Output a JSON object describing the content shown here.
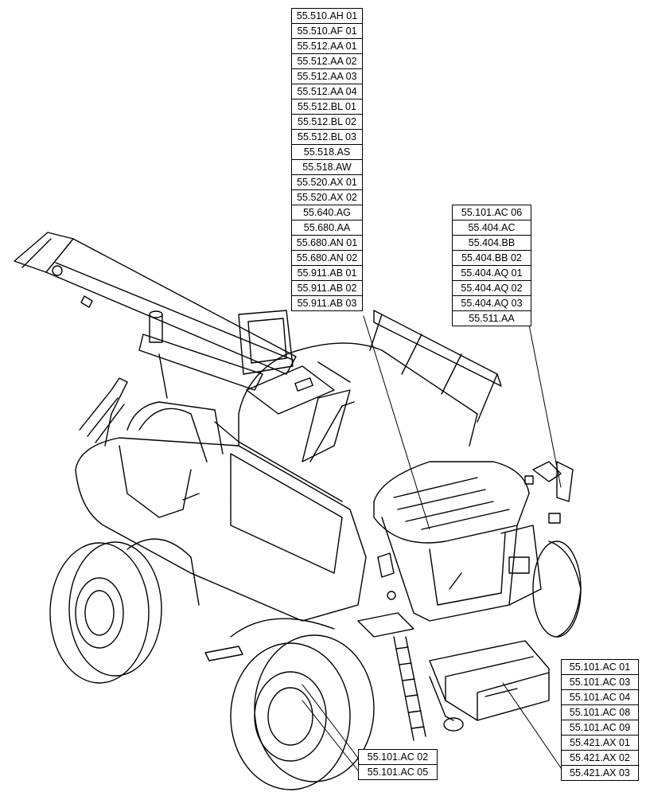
{
  "reference_groups": {
    "top": [
      "55.510.AH 01",
      "55.510.AF 01",
      "55.512.AA 01",
      "55.512.AA 02",
      "55.512.AA 03",
      "55.512.AA 04",
      "55.512.BL 01",
      "55.512.BL 02",
      "55.512.BL 03",
      "55.518.AS",
      "55.518.AW",
      "55.520.AX 01",
      "55.520.AX 02",
      "55.640.AG",
      "55.680.AA",
      "55.680.AN 01",
      "55.680.AN 02",
      "55.911.AB 01",
      "55.911.AB 02",
      "55.911.AB 03"
    ],
    "right": [
      "55.101.AC 06",
      "55.404.AC",
      "55.404.BB",
      "55.404.BB 02",
      "55.404.AQ 01",
      "55.404.AQ 02",
      "55.404.AQ 03",
      "55.511.AA"
    ],
    "bottom_right": [
      "55.101.AC 01",
      "55.101.AC 03",
      "55.101.AC 04",
      "55.101.AC 08",
      "55.101.AC 09",
      "55.421.AX 01",
      "55.421.AX 02",
      "55.421.AX 03"
    ],
    "bottom": [
      "55.101.AC 02",
      "55.101.AC 05"
    ]
  }
}
